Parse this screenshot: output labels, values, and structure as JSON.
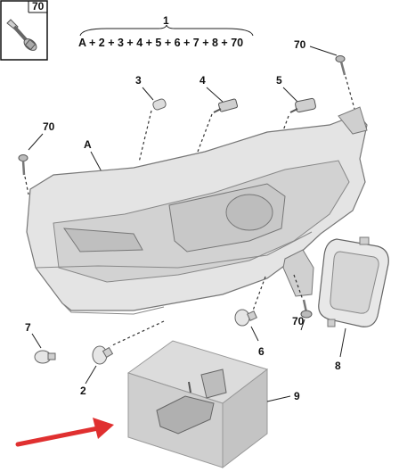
{
  "formula": {
    "number": "1",
    "text": "A + 2 + 3 + 4 + 5 + 6 + 7 + 8 + 70"
  },
  "callouts": {
    "inset_screw": "70",
    "top_right_screw": "70",
    "left_screw": "70",
    "housing": "A",
    "bulb_3": "3",
    "bulb_4": "4",
    "bulb_5": "5",
    "bulb_2": "2",
    "bulb_6": "6",
    "bulb_7": "7",
    "bottom_screw": "70",
    "cover_8": "8",
    "box_9": "9"
  },
  "colors": {
    "arrow": "#e03030",
    "lines": "#222222",
    "part_fill": "#d9d9d9"
  }
}
